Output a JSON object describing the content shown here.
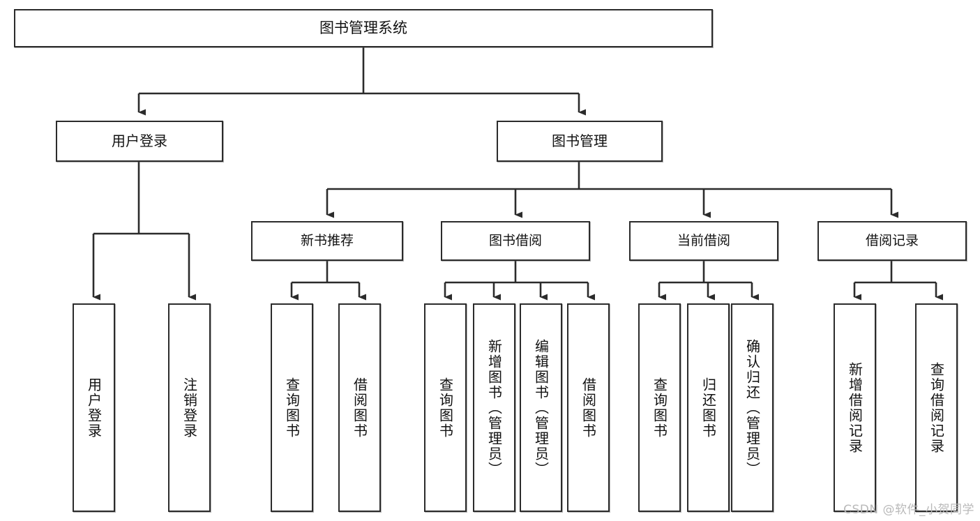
{
  "diagram": {
    "type": "tree-hierarchy",
    "title": "图书管理系统",
    "watermark": "CSDN @软件_小贺同学",
    "colors": {
      "box_border": "#2b2b2b",
      "box_fill": "#ffffff",
      "connector": "#2b2b2b",
      "text": "#111111",
      "watermark": "#b9b9b9",
      "background": "#ffffff"
    },
    "root": {
      "label": "图书管理系统"
    },
    "level1": [
      {
        "label": "用户登录"
      },
      {
        "label": "图书管理"
      }
    ],
    "level2": [
      {
        "label": "新书推荐"
      },
      {
        "label": "图书借阅"
      },
      {
        "label": "当前借阅"
      },
      {
        "label": "借阅记录"
      }
    ],
    "leaves": {
      "user_login": [
        {
          "label": "用户登录"
        },
        {
          "label": "注销登录"
        }
      ],
      "new_book_recommend": [
        {
          "label": "查询图书"
        },
        {
          "label": "借阅图书"
        }
      ],
      "book_borrow": [
        {
          "label": "查询图书"
        },
        {
          "label": "新增图书（管理员）"
        },
        {
          "label": "编辑图书（管理员）"
        },
        {
          "label": "借阅图书"
        }
      ],
      "current_borrow": [
        {
          "label": "查询图书"
        },
        {
          "label": "归还图书"
        },
        {
          "label": "确认归还（管理员）"
        }
      ],
      "borrow_records": [
        {
          "label": "新增借阅记录"
        },
        {
          "label": "查询借阅记录"
        }
      ]
    }
  }
}
